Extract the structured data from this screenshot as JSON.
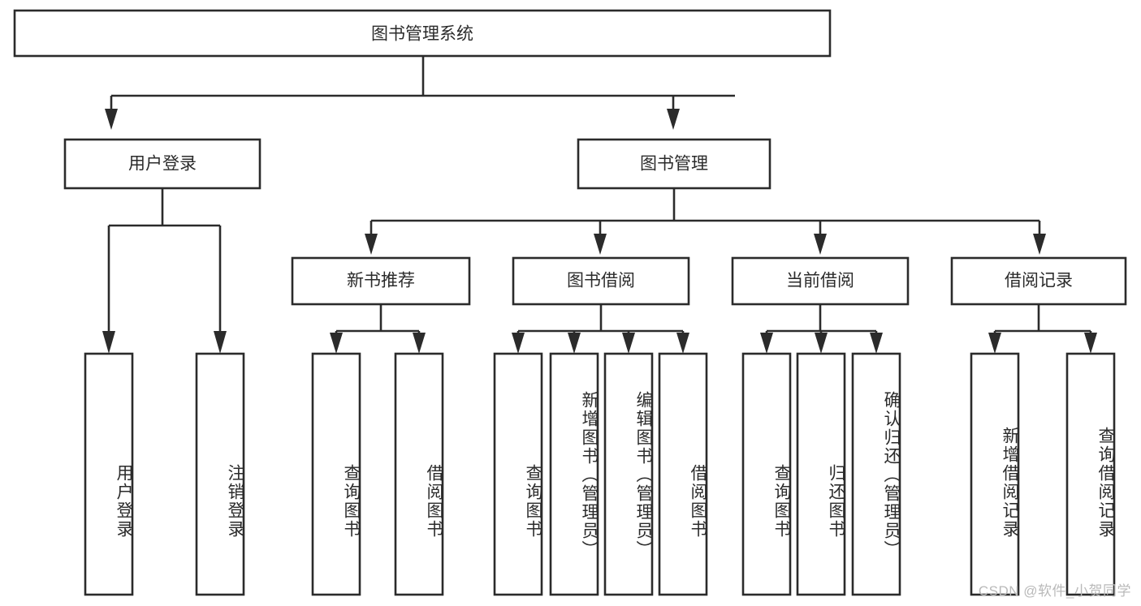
{
  "diagram": {
    "type": "tree-hierarchy-flowchart",
    "title": "图书管理系统",
    "nodes": {
      "root": {
        "label": "图书管理系统",
        "orientation": "horizontal"
      },
      "level2": [
        {
          "id": "user-login",
          "label": "用户登录",
          "orientation": "horizontal"
        },
        {
          "id": "book-manage",
          "label": "图书管理",
          "orientation": "horizontal"
        }
      ],
      "level3": [
        {
          "id": "new-book-recommend",
          "label": "新书推荐",
          "orientation": "horizontal"
        },
        {
          "id": "book-borrow",
          "label": "图书借阅",
          "orientation": "horizontal"
        },
        {
          "id": "current-borrow",
          "label": "当前借阅",
          "orientation": "horizontal"
        },
        {
          "id": "borrow-record",
          "label": "借阅记录",
          "orientation": "horizontal"
        }
      ],
      "leaves": [
        {
          "id": "leaf-user-login",
          "label": "用户登录",
          "parent": "user-login",
          "orientation": "vertical"
        },
        {
          "id": "leaf-logout-login",
          "label": "注销登录",
          "parent": "user-login",
          "orientation": "vertical"
        },
        {
          "id": "leaf-query-book-1",
          "label": "查询图书",
          "parent": "new-book-recommend",
          "orientation": "vertical"
        },
        {
          "id": "leaf-borrow-book-1",
          "label": "借阅图书",
          "parent": "new-book-recommend",
          "orientation": "vertical"
        },
        {
          "id": "leaf-query-book-2",
          "label": "查询图书",
          "parent": "book-borrow",
          "orientation": "vertical"
        },
        {
          "id": "leaf-add-book",
          "label": "新增图书（管理员）",
          "parent": "book-borrow",
          "orientation": "vertical"
        },
        {
          "id": "leaf-edit-book",
          "label": "编辑图书（管理员）",
          "parent": "book-borrow",
          "orientation": "vertical"
        },
        {
          "id": "leaf-borrow-book-2",
          "label": "借阅图书",
          "parent": "book-borrow",
          "orientation": "vertical"
        },
        {
          "id": "leaf-query-book-3",
          "label": "查询图书",
          "parent": "current-borrow",
          "orientation": "vertical"
        },
        {
          "id": "leaf-return-book",
          "label": "归还图书",
          "parent": "current-borrow",
          "orientation": "vertical"
        },
        {
          "id": "leaf-confirm-return",
          "label": "确认归还（管理员）",
          "parent": "current-borrow",
          "orientation": "vertical"
        },
        {
          "id": "leaf-add-record",
          "label": "新增借阅记录",
          "parent": "borrow-record",
          "orientation": "vertical"
        },
        {
          "id": "leaf-query-record",
          "label": "查询借阅记录",
          "parent": "borrow-record",
          "orientation": "vertical"
        }
      ]
    },
    "colors": {
      "stroke": "#2b2b2b",
      "fill": "#ffffff",
      "text": "#2b2b2b",
      "watermark": "#b9b9b9"
    }
  },
  "watermark": {
    "text": "CSDN @软件_小贺同学"
  }
}
